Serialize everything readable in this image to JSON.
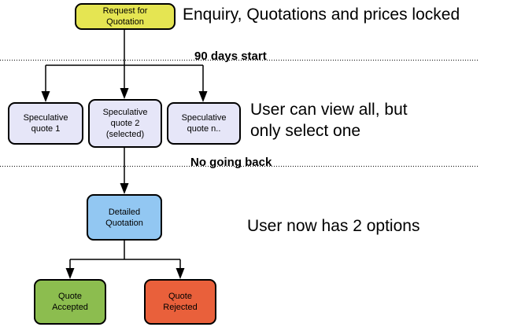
{
  "diagram": {
    "nodes": {
      "request": {
        "label": "Request for\nQuotation",
        "color": "#e5e552"
      },
      "spec1": {
        "label": "Speculative\nquote 1",
        "color": "#e6e6f8"
      },
      "spec2": {
        "label": "Speculative\nquote 2\n(selected)",
        "color": "#e6e6f8"
      },
      "specn": {
        "label": "Speculative\nquote n..",
        "color": "#e6e6f8"
      },
      "detailed": {
        "label": "Detailed\nQuotation",
        "color": "#92c7f2"
      },
      "accepted": {
        "label": "Quote\nAccepted",
        "color": "#8cbd4f"
      },
      "rejected": {
        "label": "Quote\nRejected",
        "color": "#e9603b"
      }
    },
    "dividers": {
      "first": {
        "label": "90 days start"
      },
      "second": {
        "label": "No going back"
      }
    },
    "annotations": {
      "top": "Enquiry, Quotations and prices locked",
      "middle": "User can view all, but\nonly select one",
      "bottom": "User now has 2 options"
    },
    "line_color": "#000000",
    "border_color": "#000000"
  }
}
